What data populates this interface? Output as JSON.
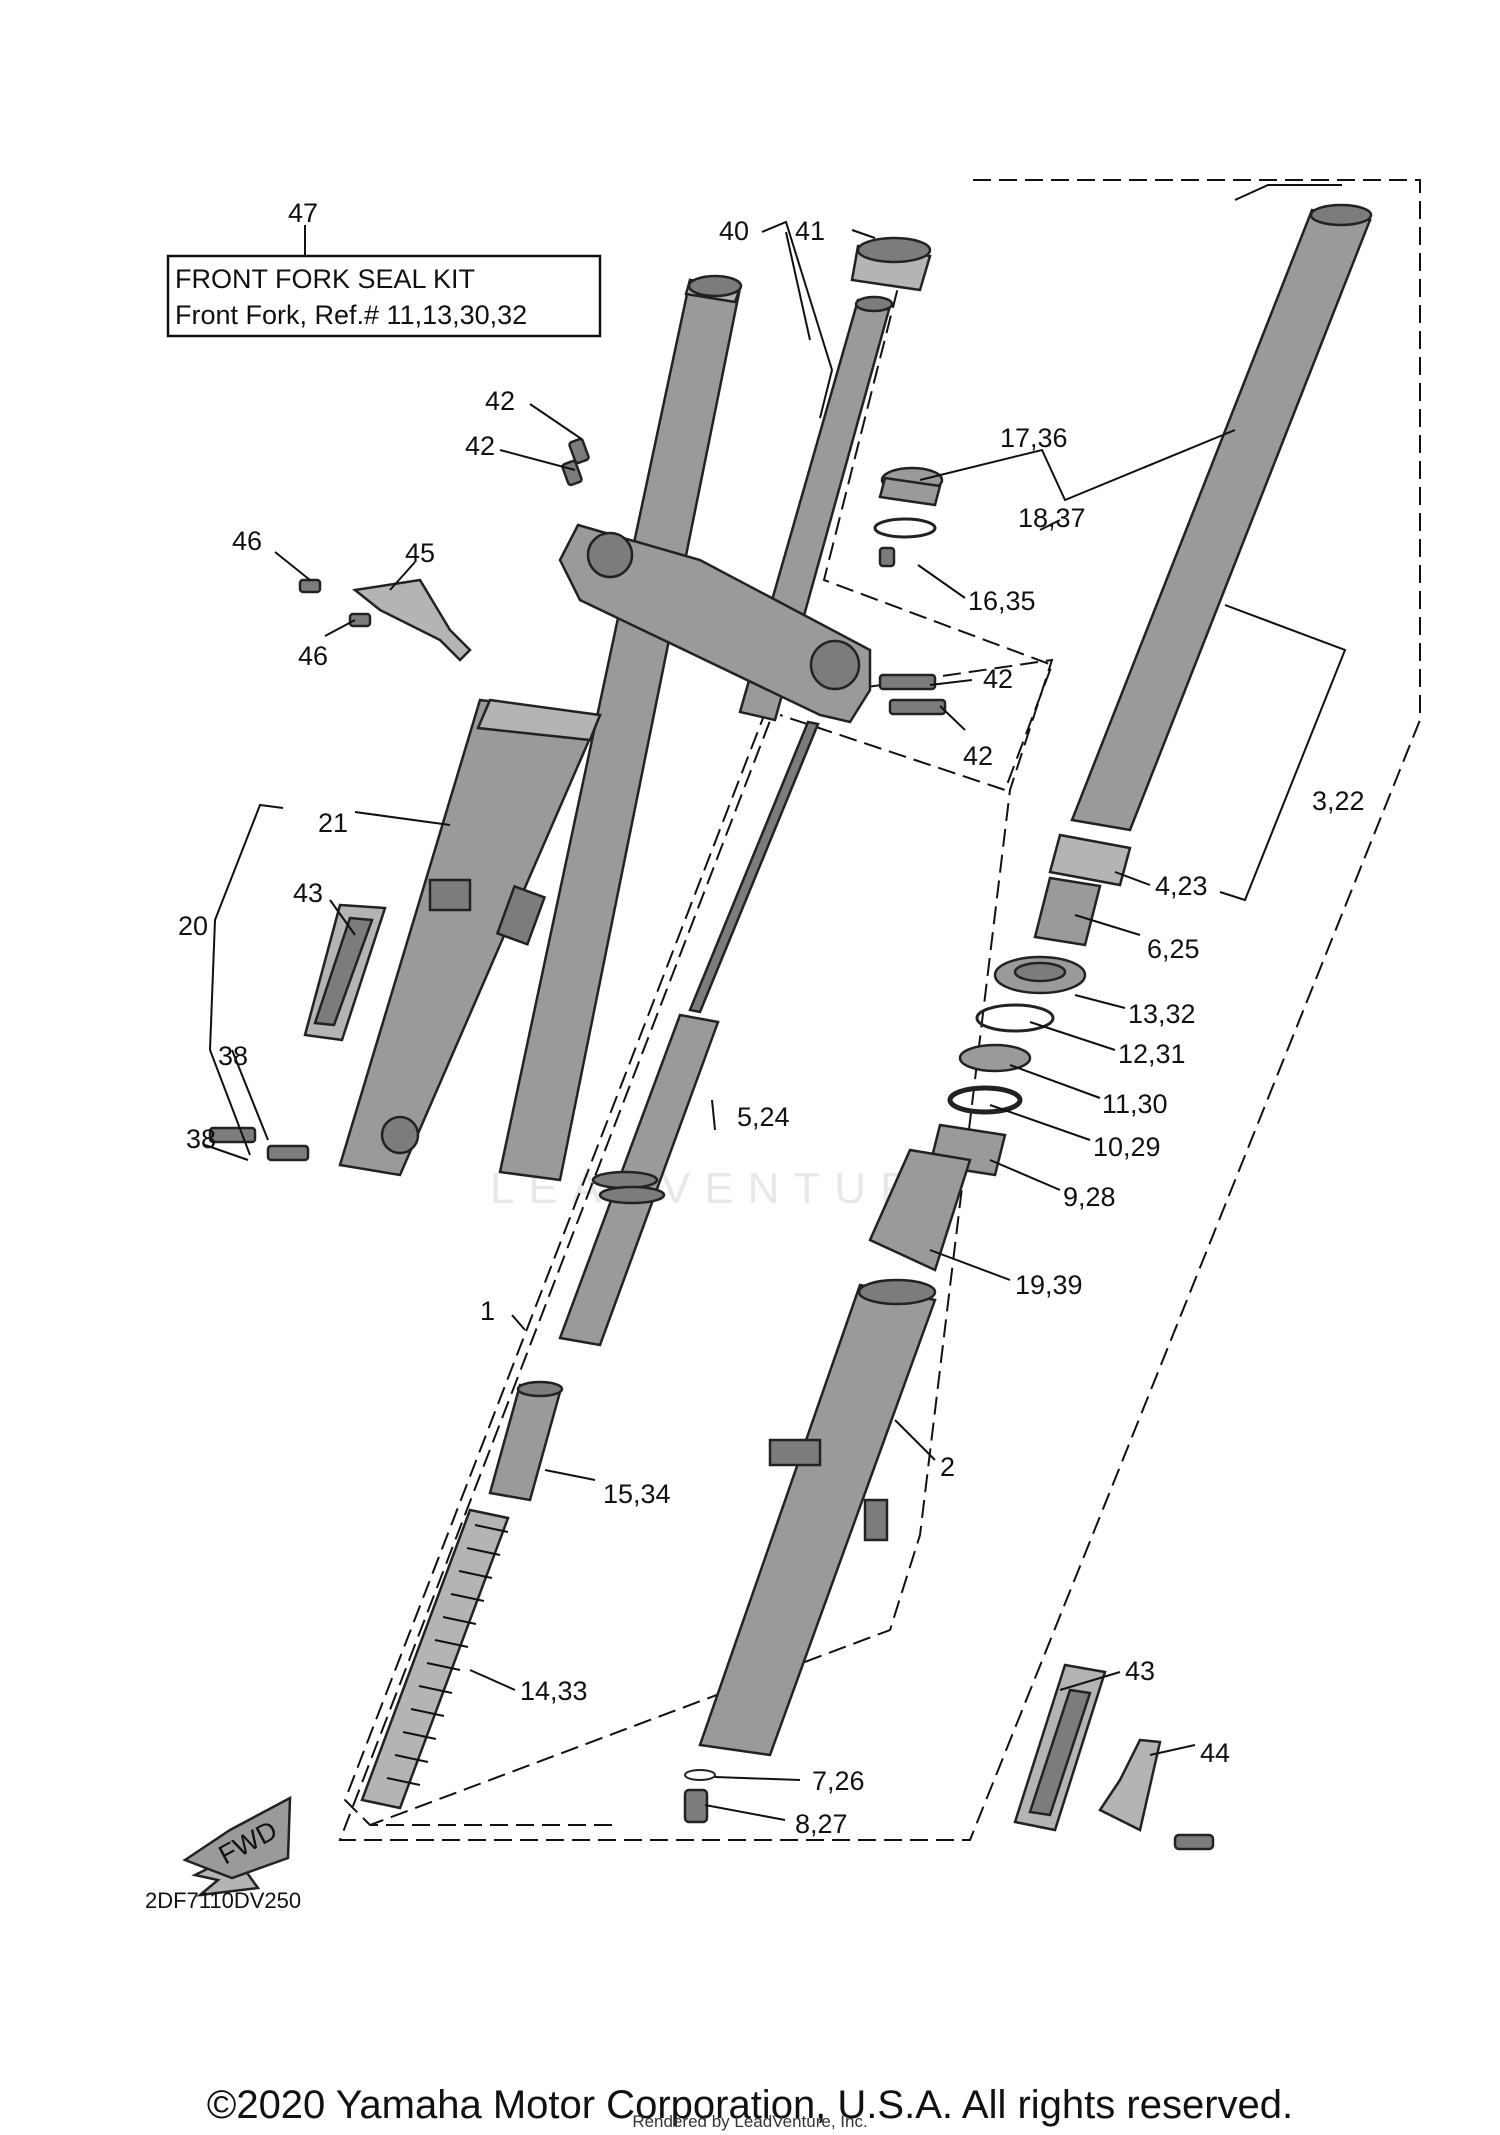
{
  "diagram_code": "2DF7110DV250",
  "kit": {
    "number": "47",
    "title": "FRONT FORK SEAL KIT",
    "subtitle": "Front Fork, Ref.# 11,13,30,32"
  },
  "fwd_label": "FWD",
  "watermark": "LEADVENTURE",
  "callouts": {
    "c1": "1",
    "c2": "2",
    "c3_22": "3,22",
    "c4_23": "4,23",
    "c5_24": "5,24",
    "c6_25": "6,25",
    "c7_26": "7,26",
    "c8_27": "8,27",
    "c9_28": "9,28",
    "c10_29": "10,29",
    "c11_30": "11,30",
    "c12_31": "12,31",
    "c13_32": "13,32",
    "c14_33": "14,33",
    "c15_34": "15,34",
    "c16_35": "16,35",
    "c17_36": "17,36",
    "c18_37": "18,37",
    "c19_39": "19,39",
    "c20": "20",
    "c21": "21",
    "c38a": "38",
    "c38b": "38",
    "c40": "40",
    "c41": "41",
    "c42a": "42",
    "c42b": "42",
    "c42c": "42",
    "c42d": "42",
    "c43a": "43",
    "c43b": "43",
    "c44": "44",
    "c45": "45",
    "c46a": "46",
    "c46b": "46"
  },
  "footer": {
    "copyright": "©2020 Yamaha Motor Corporation, U.S.A. All rights reserved.",
    "rendered_by": "Rendered by LeadVenture, Inc."
  }
}
